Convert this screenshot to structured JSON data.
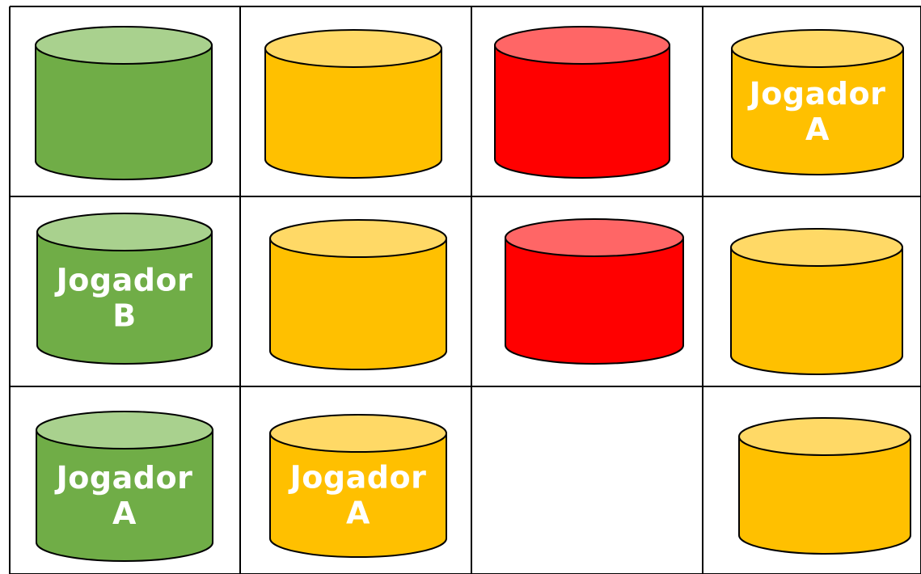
{
  "colors": {
    "green": {
      "body": "#70ad47",
      "top": "#a9d18e"
    },
    "yellow": {
      "body": "#ffc000",
      "top": "#ffd966"
    },
    "red": {
      "body": "#ff0000",
      "top": "#ff6666"
    },
    "stroke": "#000000",
    "grid": "#000000",
    "label": "#ffffff"
  },
  "grid": {
    "rows": 3,
    "cols": 4
  },
  "cells": [
    {
      "row": 0,
      "col": 0,
      "color": "green",
      "label": []
    },
    {
      "row": 0,
      "col": 1,
      "color": "yellow",
      "label": []
    },
    {
      "row": 0,
      "col": 2,
      "color": "red",
      "label": []
    },
    {
      "row": 0,
      "col": 3,
      "color": "yellow",
      "label": [
        "Jogador",
        "A"
      ]
    },
    {
      "row": 1,
      "col": 0,
      "color": "green",
      "label": [
        "Jogador",
        "B"
      ]
    },
    {
      "row": 1,
      "col": 1,
      "color": "yellow",
      "label": []
    },
    {
      "row": 1,
      "col": 2,
      "color": "red",
      "label": []
    },
    {
      "row": 1,
      "col": 3,
      "color": "yellow",
      "label": []
    },
    {
      "row": 2,
      "col": 0,
      "color": "green",
      "label": [
        "Jogador",
        "A"
      ]
    },
    {
      "row": 2,
      "col": 1,
      "color": "yellow",
      "label": [
        "Jogador",
        "A"
      ]
    },
    {
      "row": 2,
      "col": 2,
      "color": null,
      "label": []
    },
    {
      "row": 2,
      "col": 3,
      "color": "yellow",
      "label": []
    }
  ]
}
